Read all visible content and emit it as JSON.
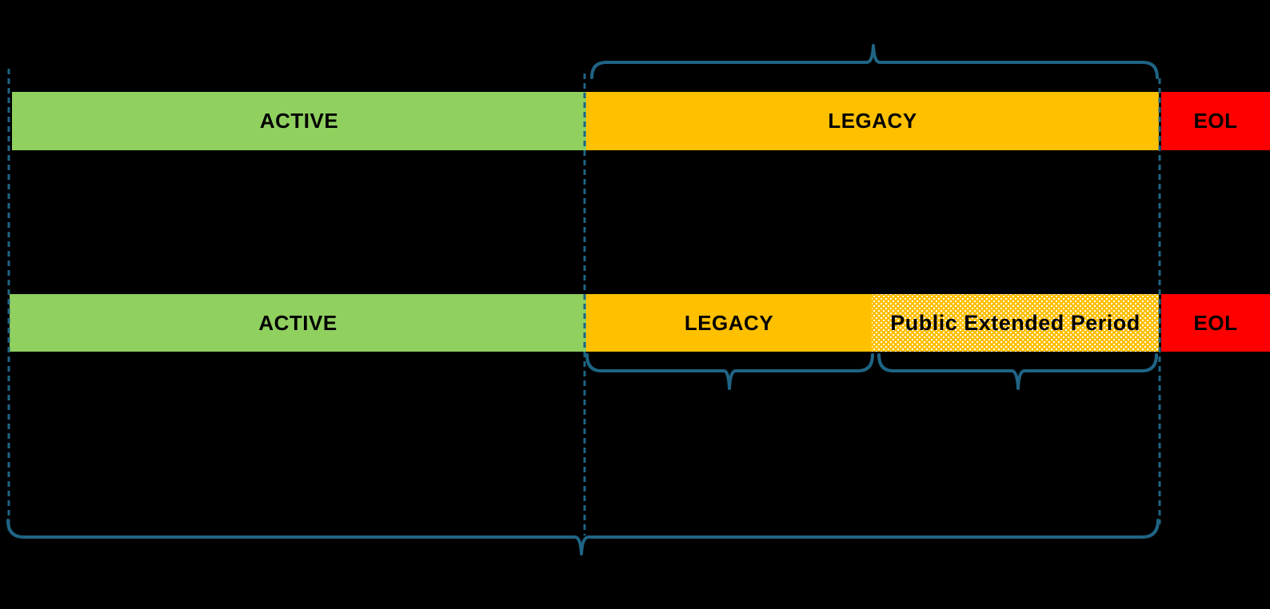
{
  "colors": {
    "background": "#000000",
    "active_green": "#90D05F",
    "legacy_orange": "#FFC000",
    "eol_red": "#FF0000",
    "line_teal": "#1F6484",
    "label_text": "#000000"
  },
  "rows": [
    {
      "name": "current-version-lifecycle",
      "segments": [
        {
          "label": "ACTIVE"
        },
        {
          "label": "LEGACY"
        },
        {
          "label": "EOL"
        }
      ]
    },
    {
      "name": "extended-version-lifecycle",
      "segments": [
        {
          "label": "ACTIVE"
        },
        {
          "label": "LEGACY"
        },
        {
          "label": "Public Extended Period"
        },
        {
          "label": "EOL"
        }
      ]
    }
  ]
}
